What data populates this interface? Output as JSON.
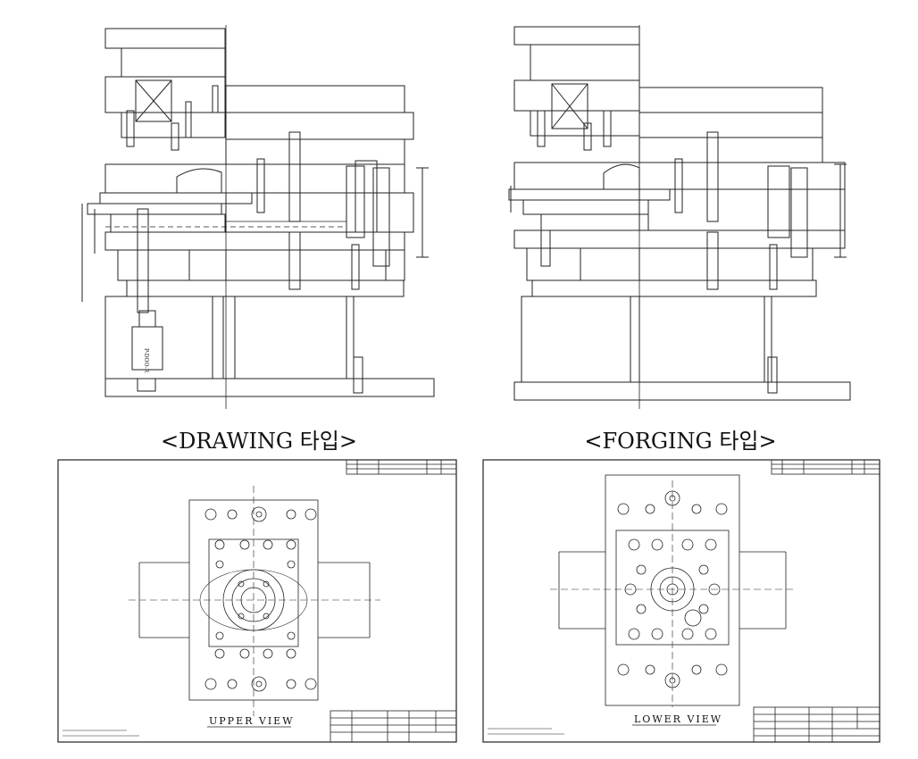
{
  "captions": {
    "left": "<DRAWING 타입>",
    "right": "<FORGING 타입>"
  },
  "views": {
    "upper": "UPPER VIEW",
    "lower": "LOWER VIEW"
  },
  "colors": {
    "line": "#222222",
    "background": "#ffffff"
  }
}
